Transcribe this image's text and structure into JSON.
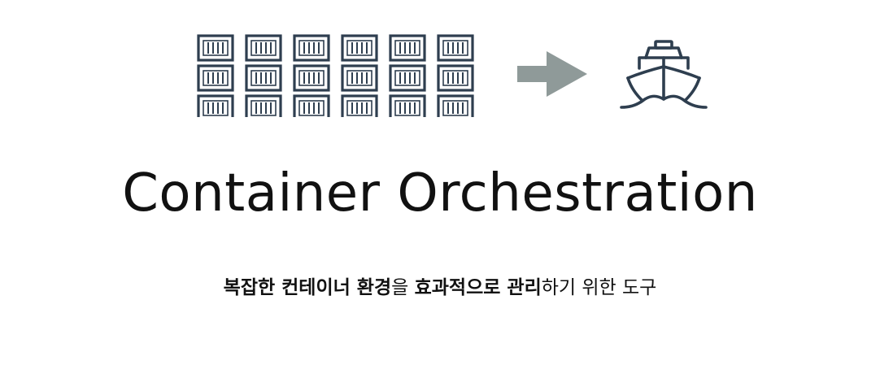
{
  "slide": {
    "title": "Container Orchestration",
    "subtitle_parts": [
      {
        "text": "복잡한 컨테이너 환경",
        "bold": true
      },
      {
        "text": "을 ",
        "bold": false
      },
      {
        "text": "효과적으로 관리",
        "bold": true
      },
      {
        "text": "하기 위한 도구",
        "bold": false
      }
    ]
  },
  "icons": {
    "containers": "shipping-container-icon",
    "arrow": "arrow-right-icon",
    "ship": "ship-icon"
  },
  "colors": {
    "icon_stroke": "#2e3e4f",
    "arrow_fill": "#8f9a99",
    "text": "#111111",
    "background": "#ffffff"
  },
  "container_grid": {
    "rows": 3,
    "columns": 6
  }
}
